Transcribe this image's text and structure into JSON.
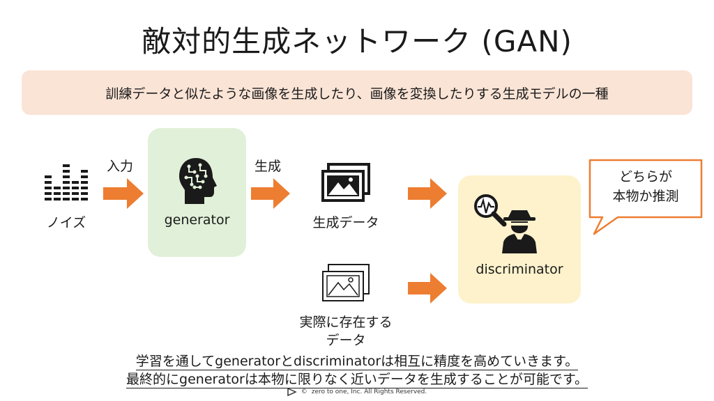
{
  "title": "敵対的生成ネットワーク (GAN)",
  "subtitle": "訓練データと似たような画像を生成したり、画像を変換したりする生成モデルの一種",
  "nodes": {
    "noise_label": "ノイズ",
    "generator_label": "generator",
    "generated_data_label": "生成データ",
    "real_data_label_line1": "実際に存在する",
    "real_data_label_line2": "データ",
    "discriminator_label": "discriminator"
  },
  "edges": {
    "input_label": "入力",
    "generate_label": "生成"
  },
  "speech_bubble": {
    "line1": "どちらが",
    "line2": "本物か推測"
  },
  "bottom_text": {
    "line1": "学習を通してgeneratorとdiscriminatorは相互に精度を高めていきます。",
    "line2": "最終的にgeneratorは本物に限りなく近いデータを生成することが可能です。"
  },
  "footer": {
    "copyright_symbol": "©",
    "text": "zero to one, Inc. All Rights Reserved."
  },
  "colors": {
    "arrow": "#ed7d31",
    "generator_bg": "#e1f0d8",
    "discriminator_bg": "#fdf2cc",
    "subtitle_bg": "#fae4d6",
    "bubble_border": "#ed7d31"
  }
}
